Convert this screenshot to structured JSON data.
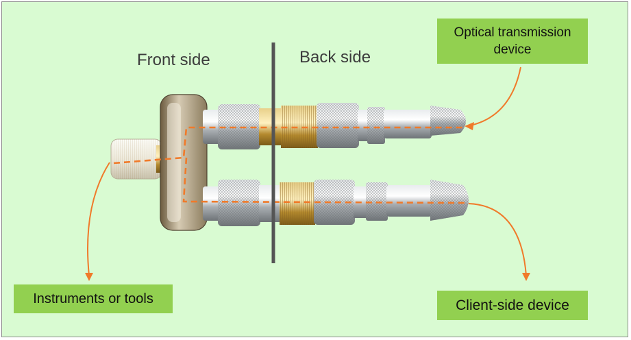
{
  "labels": {
    "front_side": "Front side",
    "back_side": "Back side"
  },
  "callouts": {
    "optical_line1": "Optical transmission",
    "optical_line2": "device",
    "instruments": "Instruments or tools",
    "client": "Client-side device"
  },
  "colors": {
    "background": "#d9fbd2",
    "callout_fill": "#92d050",
    "arrow_orange": "#f07a2a",
    "divider": "#555555",
    "brass": "#c8a24a",
    "silver": "#bfc3c6"
  }
}
